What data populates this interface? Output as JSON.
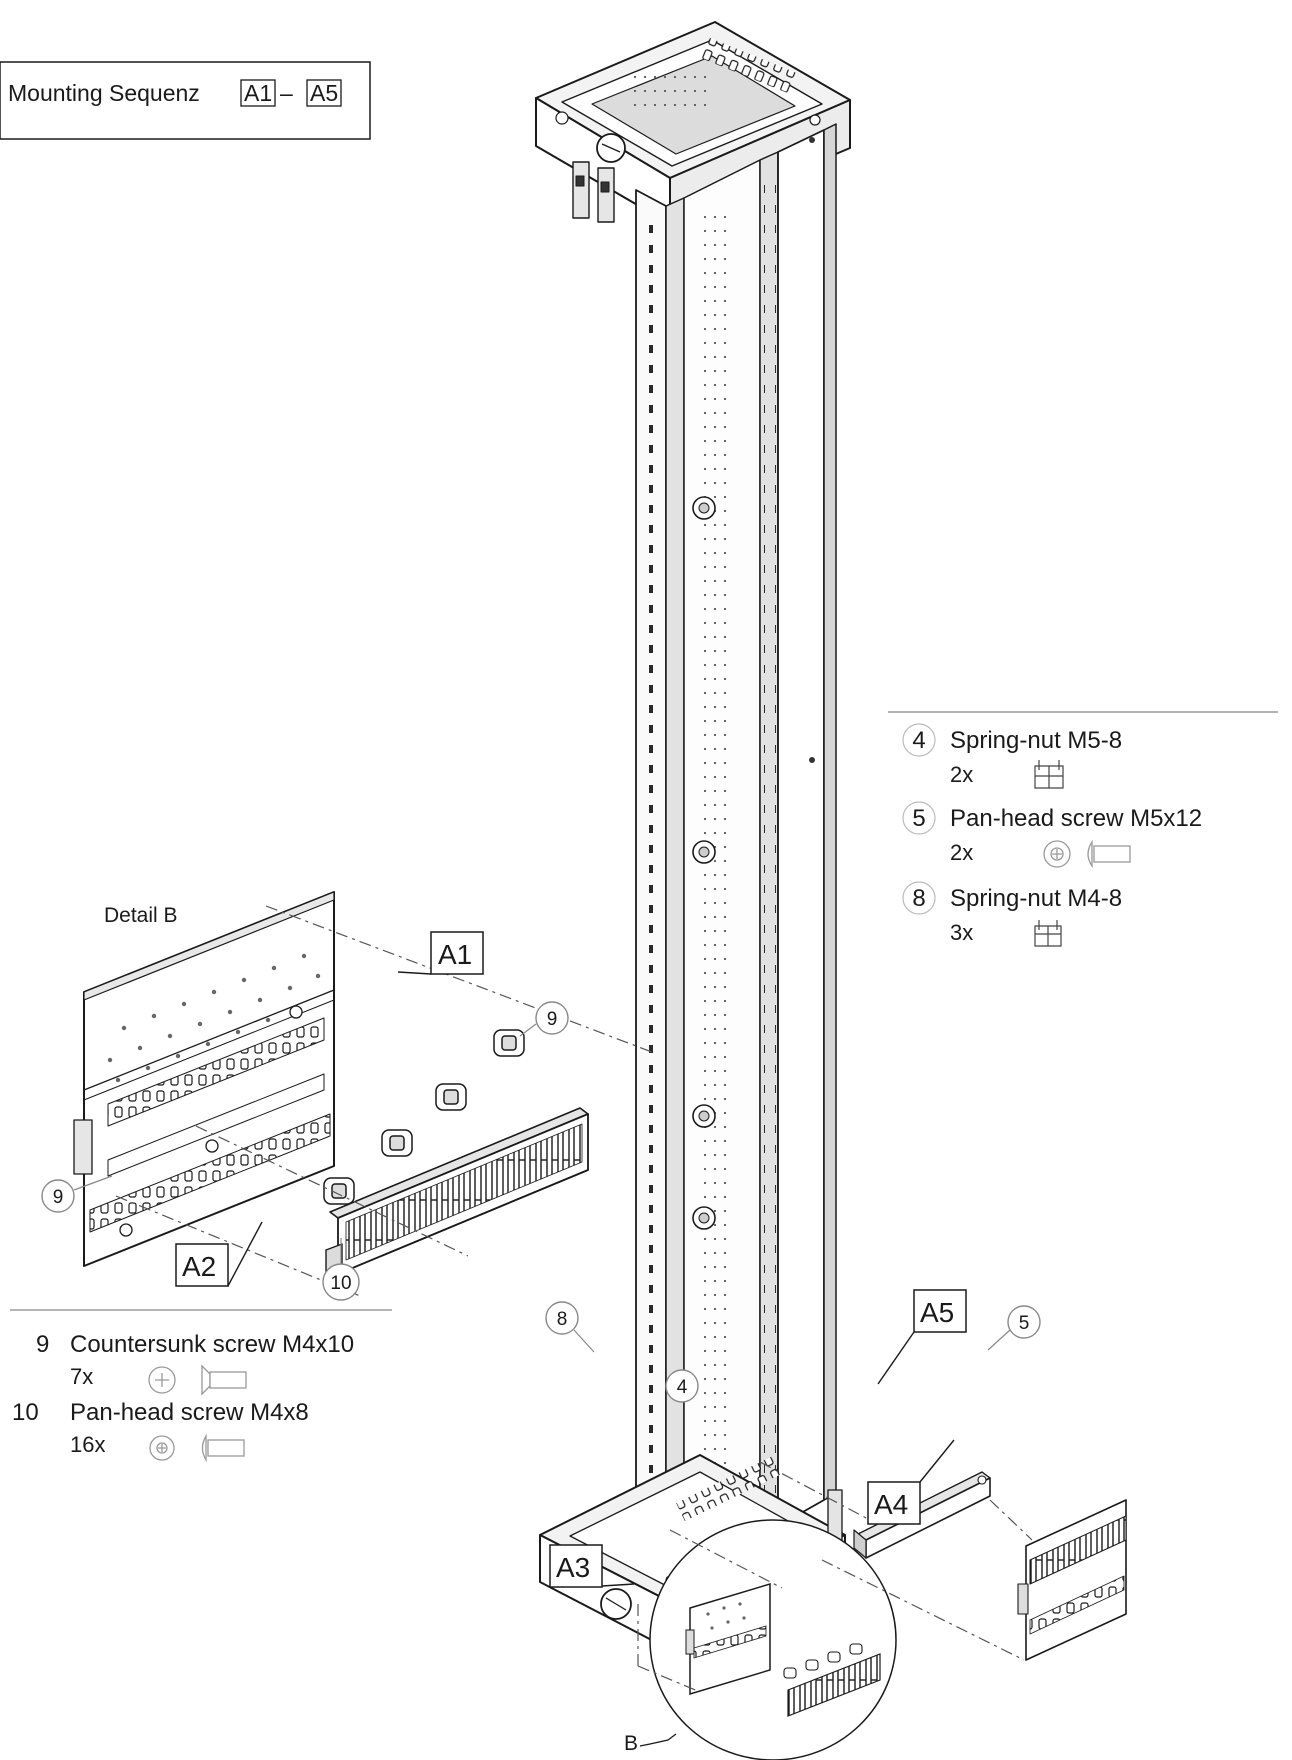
{
  "title": {
    "text": "Mounting Sequenz",
    "range_start": "A1",
    "dash": "–",
    "range_end": "A5"
  },
  "steps": {
    "a1": "A1",
    "a2": "A2",
    "a3": "A3",
    "a4": "A4",
    "a5": "A5"
  },
  "detail_label": "Detail B",
  "detail_ref": "B",
  "callouts": {
    "c4": "4",
    "c5": "5",
    "c8": "8",
    "c9a": "9",
    "c9b": "9",
    "c10": "10"
  },
  "parts_right": [
    {
      "number": "4",
      "name": "Spring-nut M5-8",
      "qty": "2x",
      "icon": "spring-nut-icon"
    },
    {
      "number": "5",
      "name": "Pan-head screw M5x12",
      "qty": "2x",
      "icon": "pan-head-screw-icon"
    },
    {
      "number": "8",
      "name": "Spring-nut M4-8",
      "qty": "3x",
      "icon": "spring-nut-icon"
    }
  ],
  "parts_left": [
    {
      "number": "9",
      "name": "Countersunk screw M4x10",
      "qty": "7x",
      "icon": "countersunk-screw-icon"
    },
    {
      "number": "10",
      "name": "Pan-head screw M4x8",
      "qty": "16x",
      "icon": "pan-head-screw-icon"
    }
  ],
  "colors": {
    "line": "#1a1a1a",
    "fill": "#ffffff",
    "shade": "#e9e9e9",
    "dark": "#6d6d6d",
    "faint": "#b8b8b8"
  }
}
